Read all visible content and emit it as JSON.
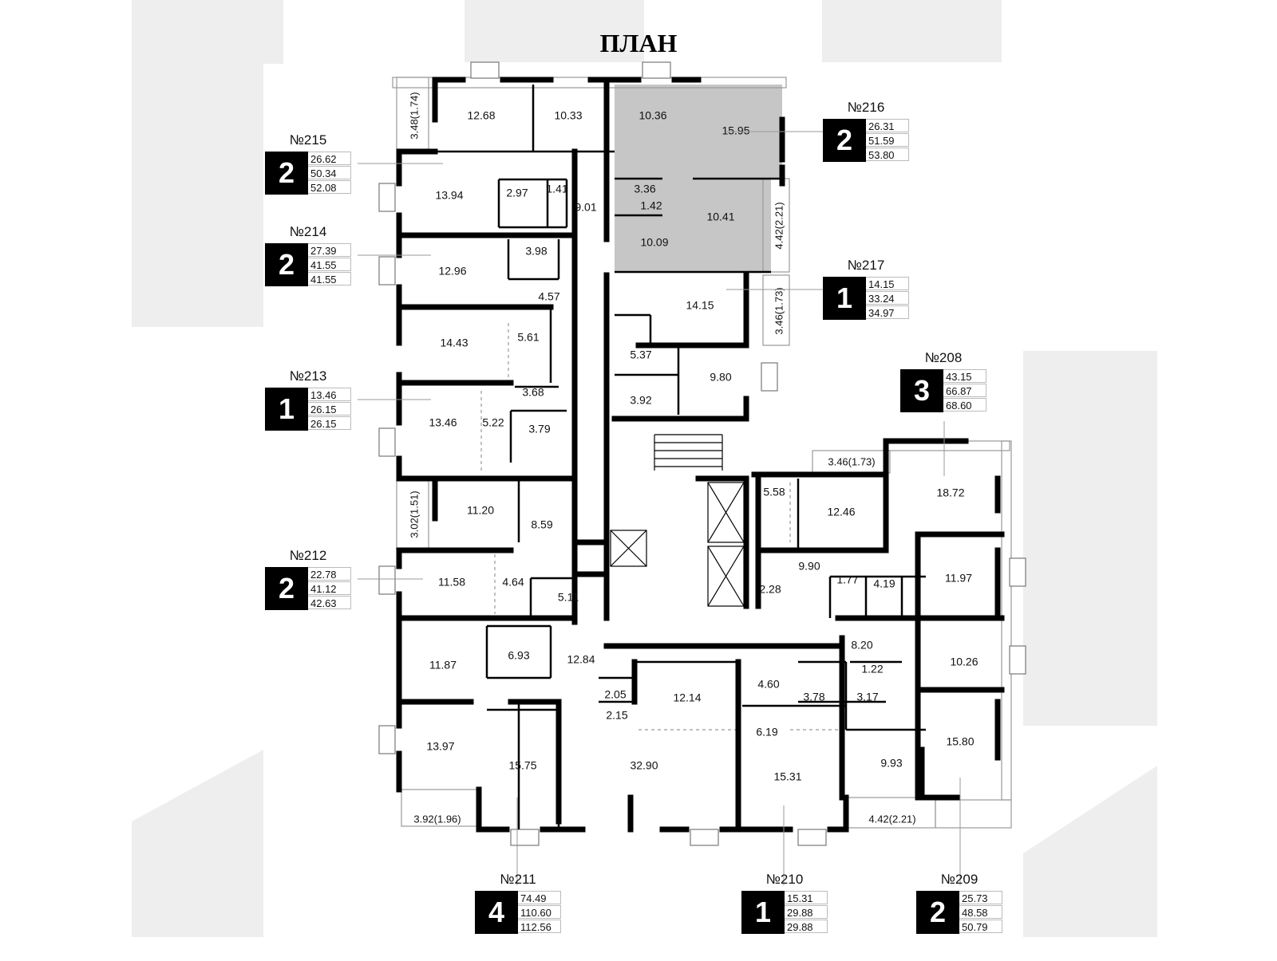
{
  "title": "ПЛАН",
  "colors": {
    "wall": "#000000",
    "highlight": "#c6c6c6",
    "background_block": "#eeeeee",
    "leader": "#999999"
  },
  "rooms": [
    {
      "id": "r1",
      "label": "12.68"
    },
    {
      "id": "r2",
      "label": "10.33"
    },
    {
      "id": "r3",
      "label": "10.36"
    },
    {
      "id": "r4",
      "label": "15.95"
    },
    {
      "id": "r5",
      "label": "13.94"
    },
    {
      "id": "r6",
      "label": "2.97"
    },
    {
      "id": "r7",
      "label": "1.41"
    },
    {
      "id": "r8",
      "label": "9.01"
    },
    {
      "id": "r9",
      "label": "3.36"
    },
    {
      "id": "r10",
      "label": "1.42"
    },
    {
      "id": "r11",
      "label": "10.41"
    },
    {
      "id": "r12",
      "label": "10.09"
    },
    {
      "id": "r13",
      "label": "12.96"
    },
    {
      "id": "r14",
      "label": "3.98"
    },
    {
      "id": "r15",
      "label": "4.57"
    },
    {
      "id": "r16",
      "label": "14.15"
    },
    {
      "id": "r17",
      "label": "14.43"
    },
    {
      "id": "r18",
      "label": "5.61"
    },
    {
      "id": "r19",
      "label": "5.37"
    },
    {
      "id": "r20",
      "label": "9.80"
    },
    {
      "id": "r21",
      "label": "3.92"
    },
    {
      "id": "r22",
      "label": "3.68"
    },
    {
      "id": "r23",
      "label": "13.46"
    },
    {
      "id": "r24",
      "label": "5.22"
    },
    {
      "id": "r25",
      "label": "3.79"
    },
    {
      "id": "r26",
      "label": "11.20"
    },
    {
      "id": "r27",
      "label": "8.59"
    },
    {
      "id": "r28",
      "label": "5.58"
    },
    {
      "id": "r29",
      "label": "12.46"
    },
    {
      "id": "r30",
      "label": "18.72"
    },
    {
      "id": "r31",
      "label": "11.58"
    },
    {
      "id": "r32",
      "label": "4.64"
    },
    {
      "id": "r33",
      "label": "5.11"
    },
    {
      "id": "r34",
      "label": "9.90"
    },
    {
      "id": "r35",
      "label": "1.77"
    },
    {
      "id": "r36",
      "label": "4.19"
    },
    {
      "id": "r37",
      "label": "11.97"
    },
    {
      "id": "r38",
      "label": "2.28"
    },
    {
      "id": "r39",
      "label": "11.87"
    },
    {
      "id": "r40",
      "label": "6.93"
    },
    {
      "id": "r41",
      "label": "12.84"
    },
    {
      "id": "r42",
      "label": "8.20"
    },
    {
      "id": "r43",
      "label": "10.26"
    },
    {
      "id": "r44",
      "label": "1.22"
    },
    {
      "id": "r45",
      "label": "2.05"
    },
    {
      "id": "r46",
      "label": "12.14"
    },
    {
      "id": "r47",
      "label": "4.60"
    },
    {
      "id": "r48",
      "label": "3.78"
    },
    {
      "id": "r49",
      "label": "3.17"
    },
    {
      "id": "r50",
      "label": "2.15"
    },
    {
      "id": "r51",
      "label": "13.97"
    },
    {
      "id": "r52",
      "label": "6.19"
    },
    {
      "id": "r53",
      "label": "15.75"
    },
    {
      "id": "r54",
      "label": "32.90"
    },
    {
      "id": "r55",
      "label": "15.31"
    },
    {
      "id": "r56",
      "label": "9.93"
    },
    {
      "id": "r57",
      "label": "15.80"
    }
  ],
  "balconies": [
    {
      "id": "b1",
      "label": "3.48(1.74)"
    },
    {
      "id": "b2",
      "label": "4.42(2.21)"
    },
    {
      "id": "b3",
      "label": "3.46(1.73)"
    },
    {
      "id": "b4",
      "label": "3.46(1.73)"
    },
    {
      "id": "b5",
      "label": "3.02(1.51)"
    },
    {
      "id": "b6",
      "label": "3.92(1.96)"
    },
    {
      "id": "b7",
      "label": "4.42(2.21)"
    }
  ],
  "apartments": [
    {
      "id": "a215",
      "number": "№215",
      "rooms": "2",
      "areas": [
        "26.62",
        "50.34",
        "52.08"
      ]
    },
    {
      "id": "a214",
      "number": "№214",
      "rooms": "2",
      "areas": [
        "27.39",
        "41.55",
        "41.55"
      ]
    },
    {
      "id": "a213",
      "number": "№213",
      "rooms": "1",
      "areas": [
        "13.46",
        "26.15",
        "26.15"
      ]
    },
    {
      "id": "a212",
      "number": "№212",
      "rooms": "2",
      "areas": [
        "22.78",
        "41.12",
        "42.63"
      ]
    },
    {
      "id": "a216",
      "number": "№216",
      "rooms": "2",
      "areas": [
        "26.31",
        "51.59",
        "53.80"
      ]
    },
    {
      "id": "a217",
      "number": "№217",
      "rooms": "1",
      "areas": [
        "14.15",
        "33.24",
        "34.97"
      ]
    },
    {
      "id": "a208",
      "number": "№208",
      "rooms": "3",
      "areas": [
        "43.15",
        "66.87",
        "68.60"
      ]
    },
    {
      "id": "a211",
      "number": "№211",
      "rooms": "4",
      "areas": [
        "74.49",
        "110.60",
        "112.56"
      ]
    },
    {
      "id": "a210",
      "number": "№210",
      "rooms": "1",
      "areas": [
        "15.31",
        "29.88",
        "29.88"
      ]
    },
    {
      "id": "a209",
      "number": "№209",
      "rooms": "2",
      "areas": [
        "25.73",
        "48.58",
        "50.79"
      ]
    }
  ]
}
